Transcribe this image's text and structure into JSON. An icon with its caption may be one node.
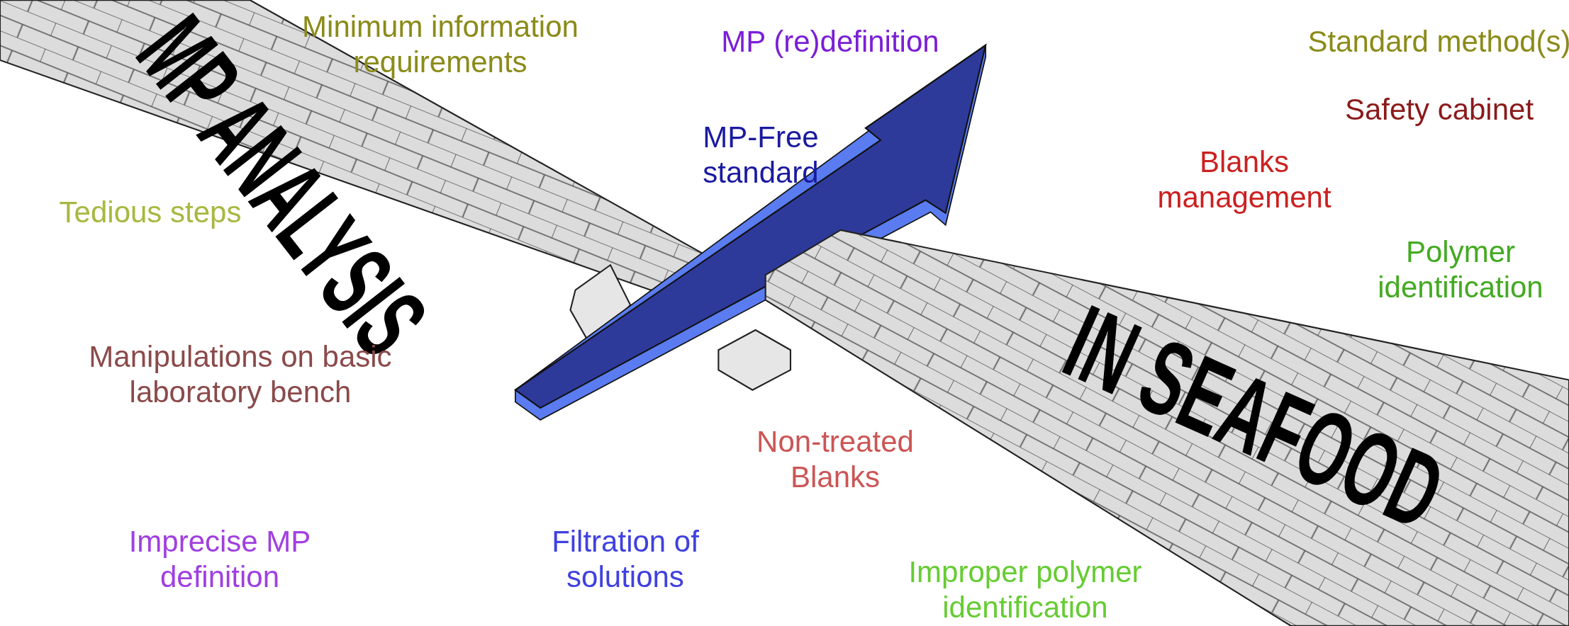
{
  "diagram": {
    "labels": [
      "MP ANALYSIS",
      "Minimum information requirements",
      "MP (re)definition",
      "Standard method(s)",
      "Safety cabinet",
      "MP-Free standard",
      "Blanks management",
      "Tedious steps",
      "Polymer identification",
      "Manipulations on basic laboratory bench",
      "IN SEAFOOD",
      "Non-treated Blanks",
      "Imprecise MP definition",
      "Filtration of solutions",
      "Improper polymer identification"
    ]
  }
}
